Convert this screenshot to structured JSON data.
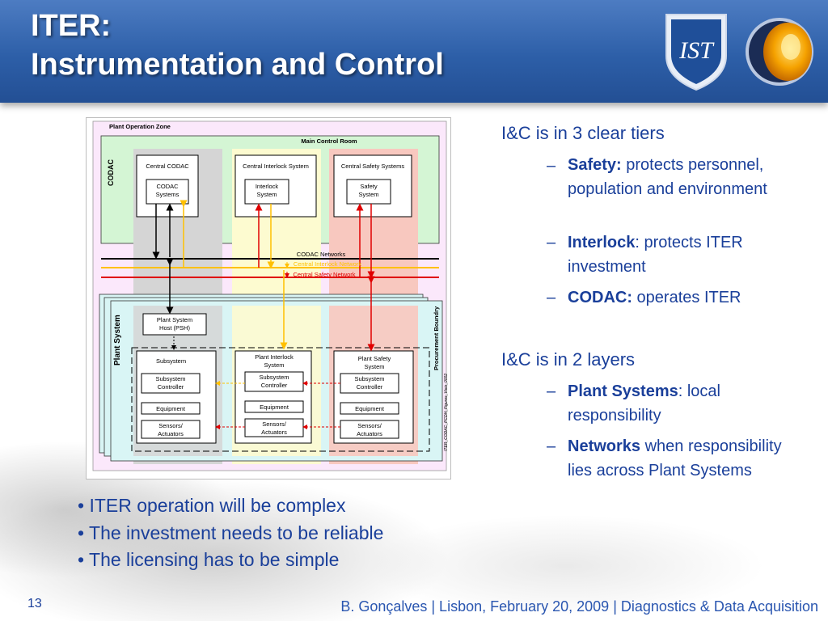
{
  "header": {
    "title_line1": "ITER:",
    "title_line2": "Instrumentation and Control"
  },
  "logos": {
    "left": "ist-shield-logo",
    "right": "sphere-logo",
    "shield_letters": "IST"
  },
  "diagram": {
    "plant_operation_zone": "Plant Operation Zone",
    "main_control_room": "Main Control Room",
    "codac_vertical": "CODAC",
    "central_codac": "Central CODAC",
    "central_interlock": "Central Interlock System",
    "central_safety": "Central Safety Systems",
    "codac_systems_1": "CODAC",
    "codac_systems_2": "Systems",
    "interlock_system_1": "Interlock",
    "interlock_system_2": "System",
    "safety_system_1": "Safety",
    "safety_system_2": "System",
    "codac_networks": "CODAC Networks",
    "central_interlock_network": "Central Interlock Network",
    "central_safety_network": "Central Safety Network",
    "plant_system_vertical": "Plant System",
    "psh_1": "Plant System",
    "psh_2": "Host  (PSH)",
    "procurement_boundry": "Procurement Boundry",
    "figure_id": "ITER_CODAC_PCDH_Figures_Visio_0002",
    "subsystem": "Subsystem",
    "plant_interlock_1": "Plant Interlock",
    "plant_interlock_2": "System",
    "plant_safety_1": "Plant Safety",
    "plant_safety_2": "System",
    "subsystem_controller_1": "Subsystem",
    "subsystem_controller_2": "Controller",
    "equipment": "Equipment",
    "sensors_1": "Sensors/",
    "sensors_2": "Actuators",
    "colors": {
      "codac_zone": "#d4f5d4",
      "plant_zone": "#d9f5f5",
      "operation_zone": "#fbe8fb",
      "gray_column": "#d5d5d5",
      "yellow_column": "#fdfbd0",
      "red_column": "#f8c8bf",
      "codac_network": "#000000",
      "interlock_network": "#ffc000",
      "safety_network": "#e00000"
    }
  },
  "right": {
    "tiers_heading": "I&C is in 3 clear tiers",
    "safety_label": "Safety:",
    "safety_text": " protects personnel, population and environment",
    "interlock_label": "Interlock",
    "interlock_text": ": protects ITER investment",
    "codac_label": "CODAC:",
    "codac_text": " operates ITER",
    "layers_heading": "I&C is in 2 layers",
    "plant_label": "Plant Systems",
    "plant_text": ": local responsibility",
    "networks_label": "Networks",
    "networks_text": " when responsibility lies across Plant Systems",
    "dash": "–"
  },
  "bullets": [
    "• ITER operation will be complex",
    "• The investment needs to be reliable",
    "• The licensing has to be simple"
  ],
  "page_number": "13",
  "footer": "B. Gonçalves | Lisbon, February 20, 2009 | Diagnostics & Data Acquisition"
}
